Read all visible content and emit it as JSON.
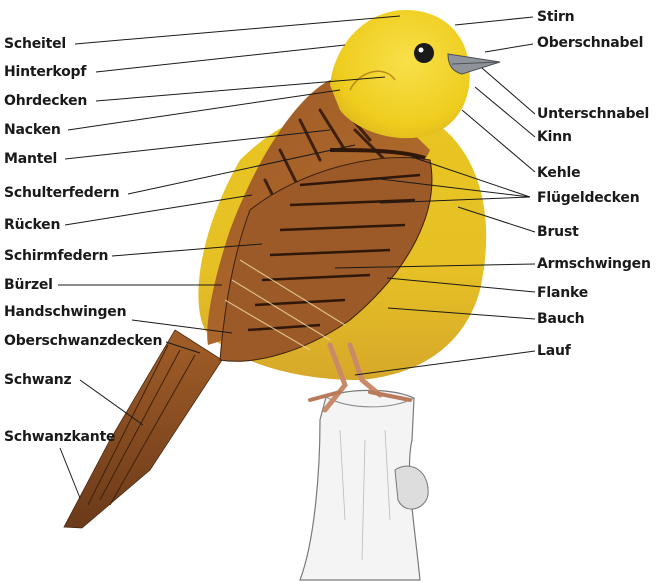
{
  "labels_left": [
    {
      "id": "scheitel",
      "text": "Scheitel"
    },
    {
      "id": "hinterkopf",
      "text": "Hinterkopf"
    },
    {
      "id": "ohrdecken",
      "text": "Ohrdecken"
    },
    {
      "id": "nacken",
      "text": "Nacken"
    },
    {
      "id": "mantel",
      "text": "Mantel"
    },
    {
      "id": "schulterfedern",
      "text": "Schulterfedern"
    },
    {
      "id": "ruecken",
      "text": "Rücken"
    },
    {
      "id": "schirmfedern",
      "text": "Schirmfedern"
    },
    {
      "id": "buerzel",
      "text": "Bürzel"
    },
    {
      "id": "handschwingen",
      "text": "Handschwingen"
    },
    {
      "id": "oberschwanzdecken",
      "text": "Oberschwanzdecken"
    },
    {
      "id": "schwanz",
      "text": "Schwanz"
    },
    {
      "id": "schwanzkante",
      "text": "Schwanzkante"
    }
  ],
  "labels_right": [
    {
      "id": "stirn",
      "text": "Stirn"
    },
    {
      "id": "oberschnabel",
      "text": "Oberschnabel"
    },
    {
      "id": "unterschnabel",
      "text": "Unterschnabel"
    },
    {
      "id": "kinn",
      "text": "Kinn"
    },
    {
      "id": "kehle",
      "text": "Kehle"
    },
    {
      "id": "fluegeldecken",
      "text": "Flügeldecken"
    },
    {
      "id": "brust",
      "text": "Brust"
    },
    {
      "id": "armschwingen",
      "text": "Armschwingen"
    },
    {
      "id": "flanke",
      "text": "Flanke"
    },
    {
      "id": "bauch",
      "text": "Bauch"
    },
    {
      "id": "lauf",
      "text": "Lauf"
    }
  ],
  "colors": {
    "head_yellow": "#f2d21c",
    "body_yellow": "#e8c51e",
    "back_brown": "#b5652a",
    "streak_dark": "#4a2812",
    "beak_grey": "#9a9ea3",
    "post_grey": "#ececec"
  }
}
